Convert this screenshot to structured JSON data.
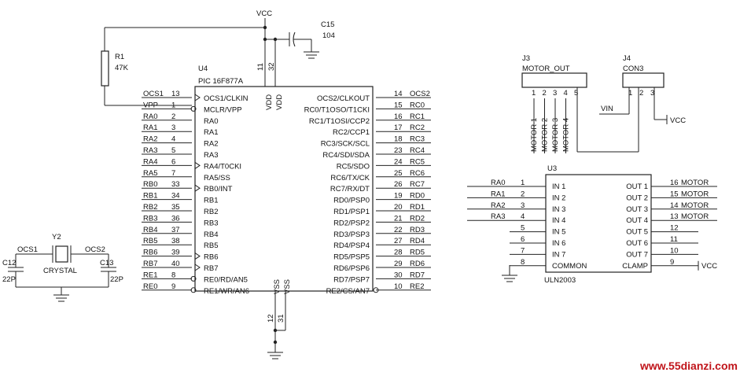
{
  "vcc_label": "VCC",
  "c15": {
    "ref": "C15",
    "value": "104"
  },
  "r1": {
    "ref": "R1",
    "value": "47K"
  },
  "u4": {
    "ref": "U4",
    "part": "PIC 16F877A",
    "top_pins": {
      "n1": "11",
      "n2": "32",
      "l1": "VDD",
      "l2": "VDD"
    },
    "bottom_pins": {
      "n1": "12",
      "n2": "31",
      "l1": "VSS",
      "l2": "VSS"
    },
    "left": [
      {
        "net": "OCS1",
        "num": "13",
        "name": "OCS1/CLKIN",
        "mark": "clk"
      },
      {
        "net": "VPP",
        "num": "1",
        "name": "MCLR/VPP",
        "mark": "bubble"
      },
      {
        "net": "RA0",
        "num": "2",
        "name": "RA0"
      },
      {
        "net": "RA1",
        "num": "3",
        "name": "RA1"
      },
      {
        "net": "RA2",
        "num": "4",
        "name": "RA2"
      },
      {
        "net": "RA3",
        "num": "5",
        "name": "RA3"
      },
      {
        "net": "RA4",
        "num": "6",
        "name": "RA4/T0CKI",
        "mark": "clk"
      },
      {
        "net": "RA5",
        "num": "7",
        "name": "RA5/SS"
      },
      {
        "net": "RB0",
        "num": "33",
        "name": "RB0/INT",
        "mark": "clk"
      },
      {
        "net": "RB1",
        "num": "34",
        "name": "RB1"
      },
      {
        "net": "RB2",
        "num": "35",
        "name": "RB2"
      },
      {
        "net": "RB3",
        "num": "36",
        "name": "RB3"
      },
      {
        "net": "RB4",
        "num": "37",
        "name": "RB4"
      },
      {
        "net": "RB5",
        "num": "38",
        "name": "RB5"
      },
      {
        "net": "RB6",
        "num": "39",
        "name": "RB6",
        "mark": "clk"
      },
      {
        "net": "RB7",
        "num": "40",
        "name": "RB7",
        "mark": "clk"
      },
      {
        "net": "RE1",
        "num": "8",
        "name": "RE0/RD/AN5",
        "mark": "bubble"
      },
      {
        "net": "RE0",
        "num": "9",
        "name": "RE1/WR/AN6",
        "mark": "bubble"
      }
    ],
    "right": [
      {
        "net": "OCS2",
        "num": "14",
        "name": "OCS2/CLKOUT"
      },
      {
        "net": "RC0",
        "num": "15",
        "name": "RC0/T1OSO/T1CKI"
      },
      {
        "net": "RC1",
        "num": "16",
        "name": "RC1/T1OSI/CCP2"
      },
      {
        "net": "RC2",
        "num": "17",
        "name": "RC2/CCP1"
      },
      {
        "net": "RC3",
        "num": "18",
        "name": "RC3/SCK/SCL"
      },
      {
        "net": "RC4",
        "num": "23",
        "name": "RC4/SDI/SDA"
      },
      {
        "net": "RC5",
        "num": "24",
        "name": "RC5/SDO"
      },
      {
        "net": "RC6",
        "num": "25",
        "name": "RC6/TX/CK"
      },
      {
        "net": "RC7",
        "num": "26",
        "name": "RC7/RX/DT"
      },
      {
        "net": "RD0",
        "num": "19",
        "name": "RD0/PSP0"
      },
      {
        "net": "RD1",
        "num": "20",
        "name": "RD1/PSP1"
      },
      {
        "net": "RD2",
        "num": "21",
        "name": "RD2/PSP2"
      },
      {
        "net": "RD3",
        "num": "22",
        "name": "RD3/PSP3"
      },
      {
        "net": "RD4",
        "num": "27",
        "name": "RD4/PSP4"
      },
      {
        "net": "RD5",
        "num": "28",
        "name": "RD5/PSP5"
      },
      {
        "net": "RD6",
        "num": "29",
        "name": "RD6/PSP6"
      },
      {
        "net": "RD7",
        "num": "30",
        "name": "RD7/PSP7"
      },
      {
        "net": "RE2",
        "num": "10",
        "name": "RE2/CS/AN7",
        "mark": "bubble"
      }
    ]
  },
  "crystal": {
    "ref": "Y2",
    "value": "CRYSTAL",
    "net_left": "OCS1",
    "net_right": "OCS2",
    "c12": {
      "ref": "C12",
      "value": "22P"
    },
    "c13": {
      "ref": "C13",
      "value": "22P"
    }
  },
  "j3": {
    "ref": "J3",
    "name": "MOTOR_OUT",
    "pins": [
      "1",
      "2",
      "3",
      "4",
      "5"
    ],
    "nets": [
      "MOTOR 1",
      "MOTOR 2",
      "MOTOR 3",
      "MOTOR 4"
    ]
  },
  "j4": {
    "ref": "J4",
    "name": "CON3",
    "pins": [
      "1",
      "2",
      "3"
    ],
    "vin": "VIN",
    "vcc": "VCC"
  },
  "u3": {
    "ref": "U3",
    "part": "ULN2003",
    "inputs": [
      {
        "net": "RA0",
        "num": "1",
        "name": "IN 1"
      },
      {
        "net": "RA1",
        "num": "2",
        "name": "IN 2"
      },
      {
        "net": "RA2",
        "num": "3",
        "name": "IN 3"
      },
      {
        "net": "RA3",
        "num": "4",
        "name": "IN 4"
      },
      {
        "net": "",
        "num": "5",
        "name": "IN 5"
      },
      {
        "net": "",
        "num": "6",
        "name": "IN 6"
      },
      {
        "net": "",
        "num": "7",
        "name": "IN 7"
      },
      {
        "net": "",
        "num": "8",
        "name": "COMMON"
      }
    ],
    "outputs": [
      {
        "name": "OUT 1",
        "num": "16",
        "net": "MOTOR"
      },
      {
        "name": "OUT 2",
        "num": "15",
        "net": "MOTOR"
      },
      {
        "name": "OUT 3",
        "num": "14",
        "net": "MOTOR"
      },
      {
        "name": "OUT 4",
        "num": "13",
        "net": "MOTOR"
      },
      {
        "name": "OUT 5",
        "num": "12",
        "net": ""
      },
      {
        "name": "OUT 6",
        "num": "11",
        "net": ""
      },
      {
        "name": "OUT 7",
        "num": "10",
        "net": ""
      },
      {
        "name": "CLAMP",
        "num": "9",
        "net": "VCC"
      }
    ]
  },
  "watermark": "www.55dianzi.com",
  "colors": {
    "line": "#222222",
    "text": "#111111",
    "watermark": "#c0141a"
  }
}
